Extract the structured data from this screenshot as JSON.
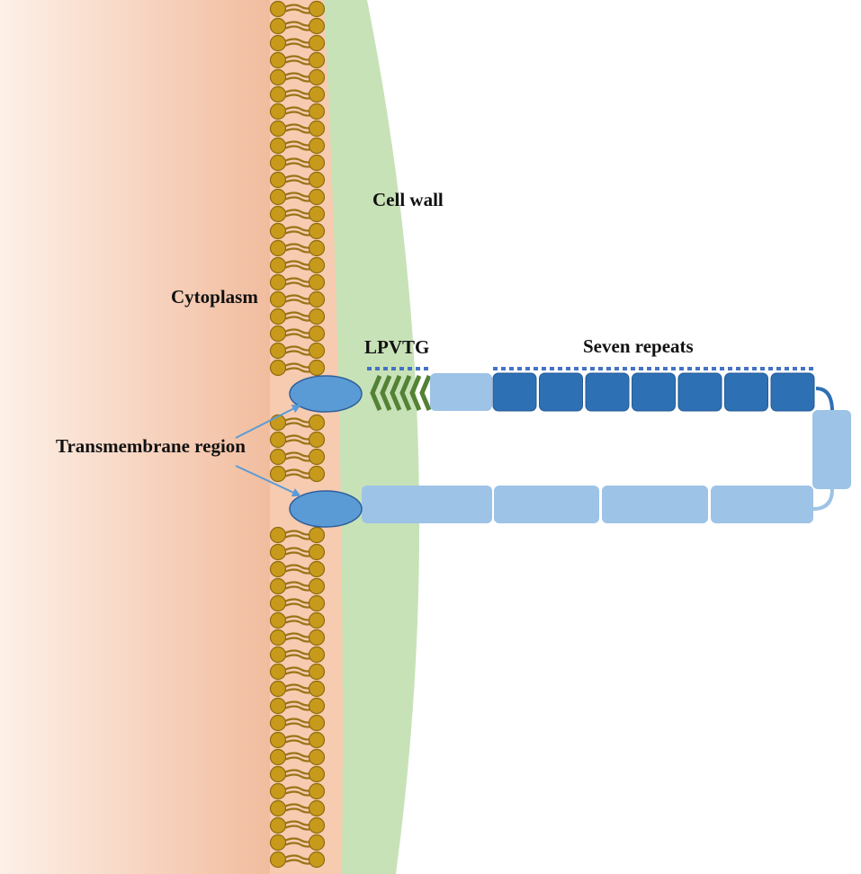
{
  "labels": {
    "cell_wall": "Cell wall",
    "cytoplasm": "Cytoplasm",
    "motif": "LPVTG",
    "repeats": "Seven repeats",
    "transmembrane": "Transmembrane region"
  },
  "repeat_count": 7,
  "lower_segment_count": 4,
  "colors": {
    "cytoplasm_light": "#fdf0e8",
    "cytoplasm_dark": "#f0b492",
    "cytoplasm_band": "#f7cbb0",
    "cell_wall": "#c8e2b8",
    "lipid_head": "#c89a1c",
    "lipid_head_edge": "#8c6a0c",
    "lipid_tail": "#9a7418",
    "protein_dark": "#2e70b4",
    "protein_light": "#9dc3e6",
    "transmembrane": "#5b9bd5",
    "motif_chevron": "#548235",
    "dotted_line": "#4472c4",
    "arrow": "#5b9bd5"
  }
}
